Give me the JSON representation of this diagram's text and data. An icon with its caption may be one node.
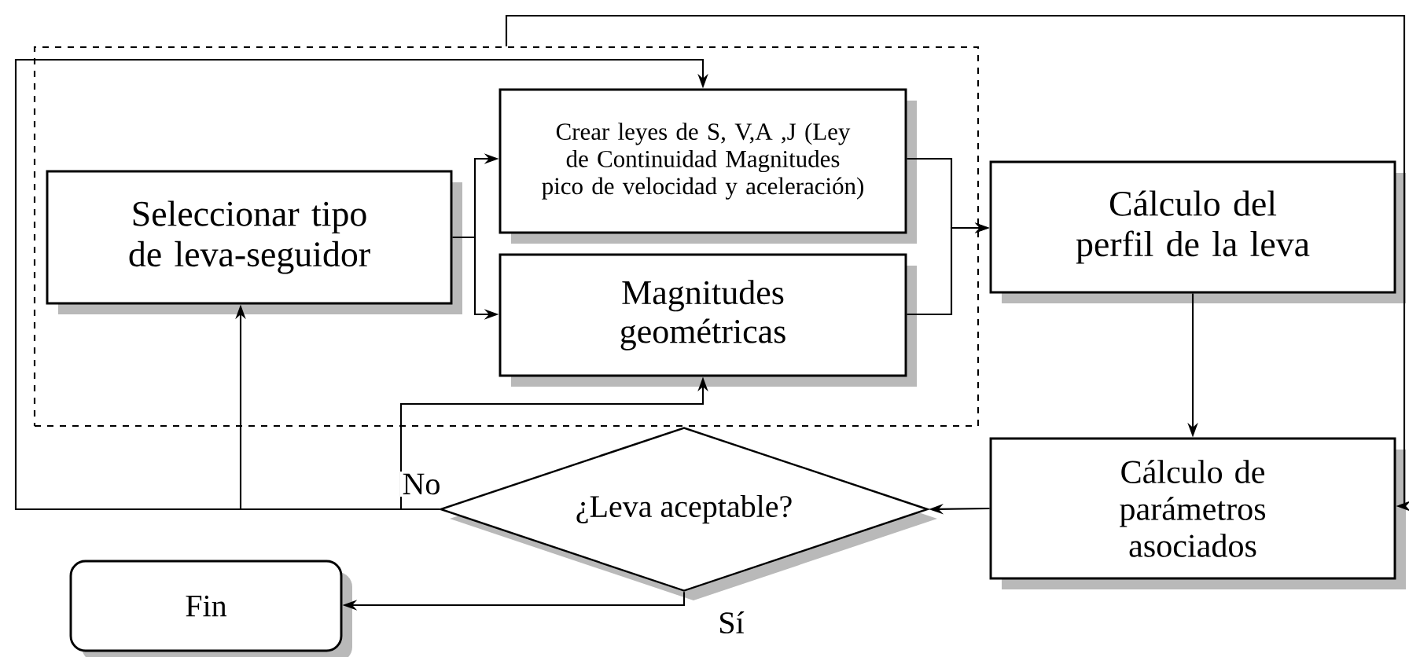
{
  "diagram": {
    "nodes": [
      {
        "text": [],
        "shape": "box"
      },
      {
        "text": [
          "Seleccionar tipo de leva-seguidor"
        ],
        "in": 0
      },
      {
        "text": [
          "Crear leyes de S, V,A ,J (Ley de Continuidad Magnitudes pico de velocidad y aceleración)"
        ],
        "in": 0
      },
      {
        "text": [
          "Magnitudes geométricas"
        ],
        "in": 0
      },
      {
        "text": [
          "Cálculo del perfil de la leva"
        ]
      },
      {
        "text": [
          "Cálculo de parámetros asociados"
        ]
      },
      {
        "text": [
          "¿Leva aceptable?"
        ]
      },
      {
        "text": [
          "Fin"
        ]
      }
    ],
    "edges": [
      {
        "from": 1,
        "to": 2,
        "arrow": "to"
      },
      {
        "from": 1,
        "to": 3,
        "arrow": "to"
      },
      {
        "from": 2,
        "to": 4,
        "arrow": "to"
      },
      {
        "from": 3,
        "to": 4,
        "arrow": "to"
      },
      {
        "from": 4,
        "to": 5,
        "arrow": "to"
      },
      {
        "from": 5,
        "to": 6,
        "arrow": "to"
      },
      {
        "from": 6,
        "to": 7,
        "arrow": "to",
        "label": "Sí"
      },
      {
        "from": 6,
        "to": 1,
        "arrow": "to",
        "label": "No"
      },
      {
        "from": 6,
        "to": 3,
        "arrow": "to"
      },
      {
        "from": 6,
        "to": 2,
        "arrow": "to"
      },
      {
        "from": 0,
        "to": 5,
        "arrow": "to"
      }
    ]
  }
}
